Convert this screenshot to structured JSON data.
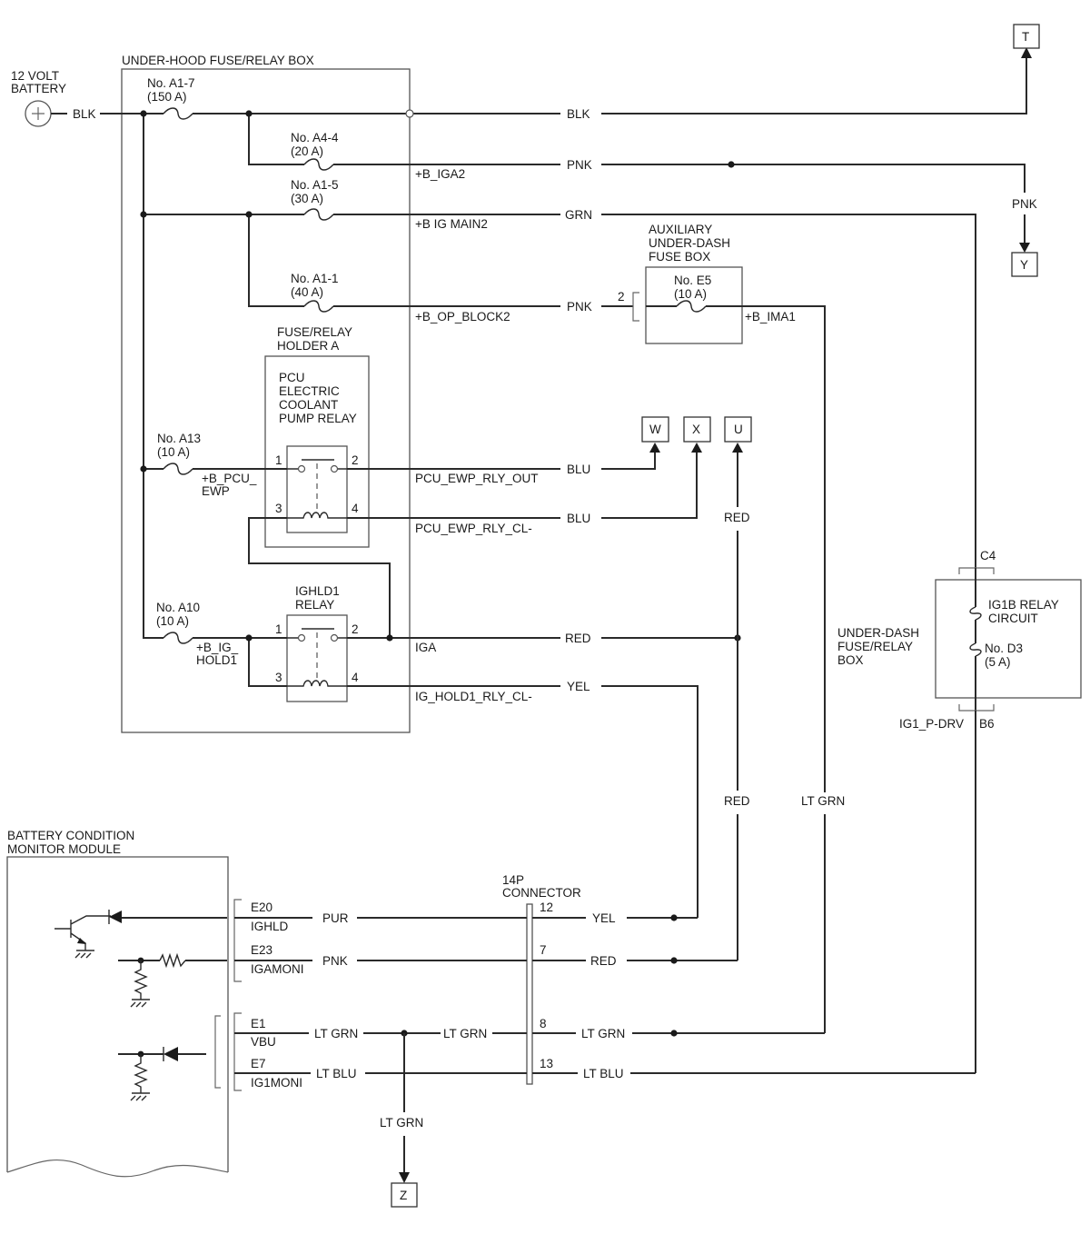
{
  "battery": {
    "label_line1": "12 VOLT",
    "label_line2": "BATTERY"
  },
  "underhood_box": {
    "title": "UNDER-HOOD FUSE/RELAY BOX"
  },
  "fuses": {
    "a1_7": {
      "name": "No. A1-7",
      "rating": "(150 A)"
    },
    "a4_4": {
      "name": "No. A4-4",
      "rating": "(20 A)"
    },
    "a1_5": {
      "name": "No. A1-5",
      "rating": "(30 A)"
    },
    "a1_1": {
      "name": "No. A1-1",
      "rating": "(40 A)"
    },
    "a13": {
      "name": "No. A13",
      "rating": "(10 A)"
    },
    "a10": {
      "name": "No. A10",
      "rating": "(10 A)"
    },
    "e5": {
      "name": "No. E5",
      "rating": "(10 A)"
    },
    "d3": {
      "name": "No. D3",
      "rating": "(5 A)"
    }
  },
  "signals": {
    "b_iga2": "+B_IGA2",
    "b_ig_main2": "+B IG MAIN2",
    "b_op_block2": "+B_OP_BLOCK2",
    "b_pcu_ewp_1": "+B_PCU_",
    "b_pcu_ewp_2": "EWP",
    "b_ig_hold1_1": "+B_IG_",
    "b_ig_hold1_2": "HOLD1",
    "pcu_ewp_rly_out": "PCU_EWP_RLY_OUT",
    "pcu_ewp_rly_cl": "PCU_EWP_RLY_CL-",
    "iga": "IGA",
    "ig_hold1_rly_cl": "IG_HOLD1_RLY_CL-",
    "b_ima1": "+B_IMA1",
    "ig1_p_drv": "IG1_P-DRV"
  },
  "wire_colors": {
    "blk": "BLK",
    "pnk": "PNK",
    "grn": "GRN",
    "blu": "BLU",
    "red": "RED",
    "yel": "YEL",
    "pur": "PUR",
    "lt_grn": "LT GRN",
    "lt_blu": "LT BLU"
  },
  "aux_box": {
    "line1": "AUXILIARY",
    "line2": "UNDER-DASH",
    "line3": "FUSE BOX",
    "pin": "2"
  },
  "holder_a": {
    "line1": "FUSE/RELAY",
    "line2": "HOLDER A"
  },
  "pcu_relay": {
    "line1": "PCU",
    "line2": "ELECTRIC",
    "line3": "COOLANT",
    "line4": "PUMP RELAY",
    "pins": [
      "1",
      "2",
      "3",
      "4"
    ]
  },
  "ighld1_relay": {
    "line1": "IGHLD1",
    "line2": "RELAY",
    "pins": [
      "1",
      "2",
      "3",
      "4"
    ]
  },
  "underdash_box": {
    "line1": "UNDER-DASH",
    "line2": "FUSE/RELAY",
    "line3": "BOX",
    "connector_top": "C4",
    "connector_bottom": "B6"
  },
  "ig1b_relay": {
    "line1": "IG1B RELAY",
    "line2": "CIRCUIT"
  },
  "refs": {
    "t": "T",
    "y": "Y",
    "w": "W",
    "x": "X",
    "u": "U",
    "z": "Z"
  },
  "bcm_module": {
    "line1": "BATTERY CONDITION",
    "line2": "MONITOR MODULE",
    "pins": [
      {
        "pin": "E20",
        "signal": "IGHLD"
      },
      {
        "pin": "E23",
        "signal": "IGAMONI"
      },
      {
        "pin": "E1",
        "signal": "VBU"
      },
      {
        "pin": "E7",
        "signal": "IG1MONI"
      }
    ]
  },
  "connector_14p": {
    "line1": "14P",
    "line2": "CONNECTOR",
    "pins": [
      "12",
      "7",
      "8",
      "13"
    ]
  }
}
